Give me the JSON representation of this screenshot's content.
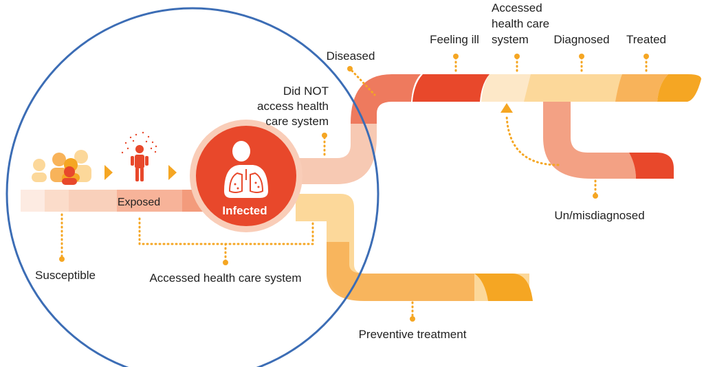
{
  "labels": {
    "susceptible": "Susceptible",
    "exposed": "Exposed",
    "infected": "Infected",
    "accessed_health_care_system_bottom": "Accessed health care system",
    "did_not_access_line1": "Did NOT",
    "did_not_access_line2": "access health",
    "did_not_access_line3": "care system",
    "diseased": "Diseased",
    "feeling_ill": "Feeling ill",
    "accessed_top_line1": "Accessed",
    "accessed_top_line2": "health care",
    "accessed_top_line3": "system",
    "diagnosed": "Diagnosed",
    "treated": "Treated",
    "misdiagnosed": "Un/misdiagnosed",
    "preventive_treatment": "Preventive treatment"
  },
  "colors": {
    "circle_outline": "#3c6db5",
    "infected_red": "#e8482b",
    "light_peach": "#f7c9b3",
    "salmon": "#f3a184",
    "coral": "#ee7a5e",
    "cream": "#fde8c8",
    "light_yellow": "#fcd89a",
    "orange_light": "#f8b35a",
    "orange": "#f5a623",
    "dotted": "#f5a623"
  },
  "icons": [
    "people-group-icon",
    "exposed-person-icon",
    "lungs-icon",
    "person-icon",
    "arrow-right-icon",
    "arrow-up-icon"
  ]
}
